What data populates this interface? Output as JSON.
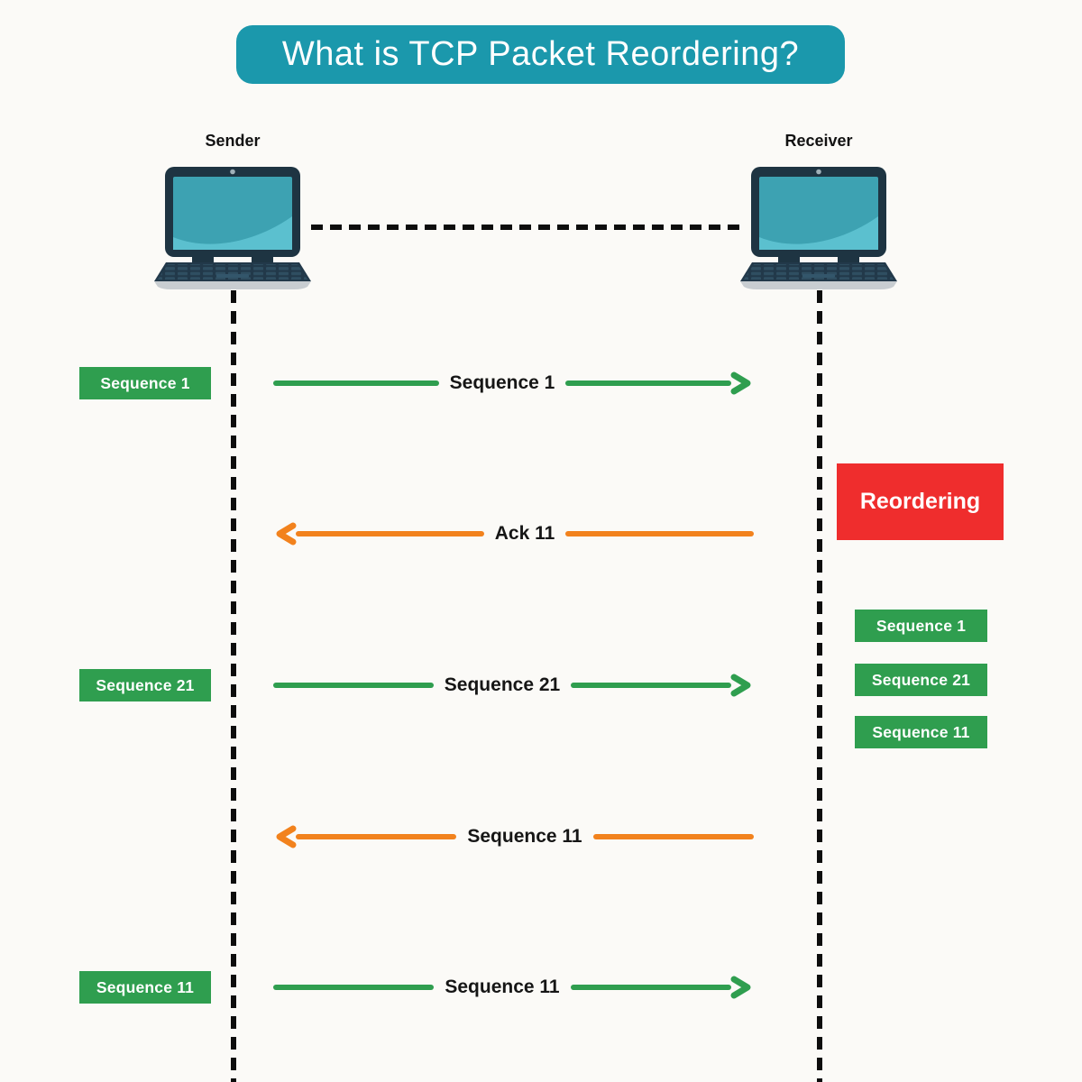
{
  "title": "What is TCP Packet Reordering?",
  "colors": {
    "teal": "#1B98AC",
    "green": "#2F9E4F",
    "orange": "#F2821D",
    "red": "#EF2D2D",
    "bg": "#FBFAF7"
  },
  "endpoints": {
    "sender": "Sender",
    "receiver": "Receiver"
  },
  "sender_packets": [
    "Sequence 1",
    "Sequence 21",
    "Sequence 11"
  ],
  "receiver_buffer": [
    "Sequence 1",
    "Sequence 21",
    "Sequence 11"
  ],
  "reordering_label": "Reordering",
  "messages": [
    {
      "label": "Sequence 1",
      "direction": "right",
      "color": "green"
    },
    {
      "label": "Ack 11",
      "direction": "left",
      "color": "orange"
    },
    {
      "label": "Sequence 21",
      "direction": "right",
      "color": "green"
    },
    {
      "label": "Sequence 11",
      "direction": "left",
      "color": "orange"
    },
    {
      "label": "Sequence 11",
      "direction": "right",
      "color": "green"
    }
  ]
}
